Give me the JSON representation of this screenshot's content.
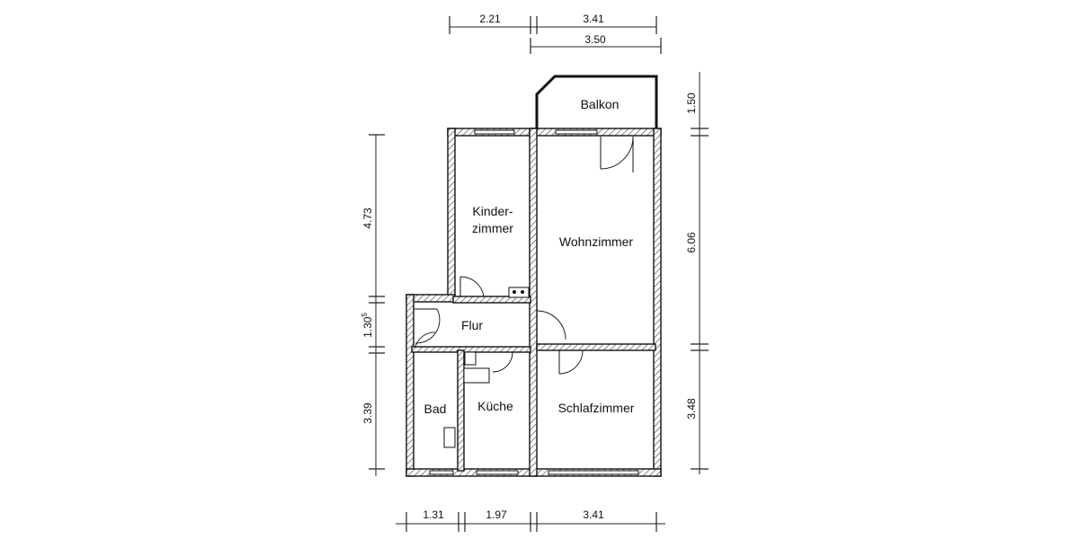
{
  "rooms": {
    "balkon": "Balkon",
    "kinderzimmer_line1": "Kinder-",
    "kinderzimmer_line2": "zimmer",
    "wohnzimmer": "Wohnzimmer",
    "flur": "Flur",
    "bad": "Bad",
    "kueche": "Küche",
    "schlafzimmer": "Schlafzimmer"
  },
  "dimensions": {
    "top_row1": [
      "2.21",
      "3.41"
    ],
    "top_row2": [
      "3.50"
    ],
    "bottom_row": [
      "1.31",
      "1.97",
      "3.41"
    ],
    "left_column": [
      "4.73",
      "1.30",
      "3.39"
    ],
    "left_superscript": "5",
    "right_column": [
      "1.50",
      "6.06",
      "3.48"
    ]
  }
}
